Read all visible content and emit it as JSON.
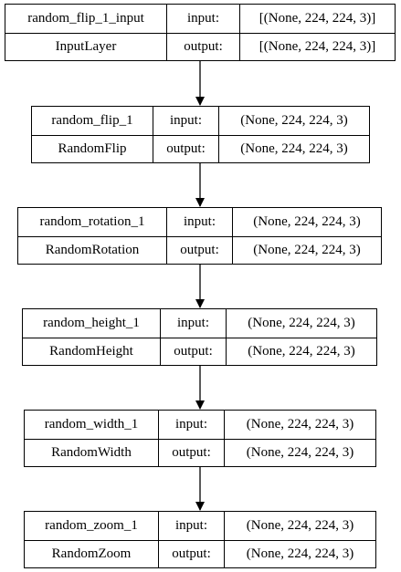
{
  "layers": [
    {
      "name": "random_flip_1_input",
      "type": "InputLayer",
      "input_label": "input:",
      "output_label": "output:",
      "input_shape": "[(None, 224, 224, 3)]",
      "output_shape": "[(None, 224, 224, 3)]"
    },
    {
      "name": "random_flip_1",
      "type": "RandomFlip",
      "input_label": "input:",
      "output_label": "output:",
      "input_shape": "(None, 224, 224, 3)",
      "output_shape": "(None, 224, 224, 3)"
    },
    {
      "name": "random_rotation_1",
      "type": "RandomRotation",
      "input_label": "input:",
      "output_label": "output:",
      "input_shape": "(None, 224, 224, 3)",
      "output_shape": "(None, 224, 224, 3)"
    },
    {
      "name": "random_height_1",
      "type": "RandomHeight",
      "input_label": "input:",
      "output_label": "output:",
      "input_shape": "(None, 224, 224, 3)",
      "output_shape": "(None, 224, 224, 3)"
    },
    {
      "name": "random_width_1",
      "type": "RandomWidth",
      "input_label": "input:",
      "output_label": "output:",
      "input_shape": "(None, 224, 224, 3)",
      "output_shape": "(None, 224, 224, 3)"
    },
    {
      "name": "random_zoom_1",
      "type": "RandomZoom",
      "input_label": "input:",
      "output_label": "output:",
      "input_shape": "(None, 224, 224, 3)",
      "output_shape": "(None, 224, 224, 3)"
    }
  ]
}
